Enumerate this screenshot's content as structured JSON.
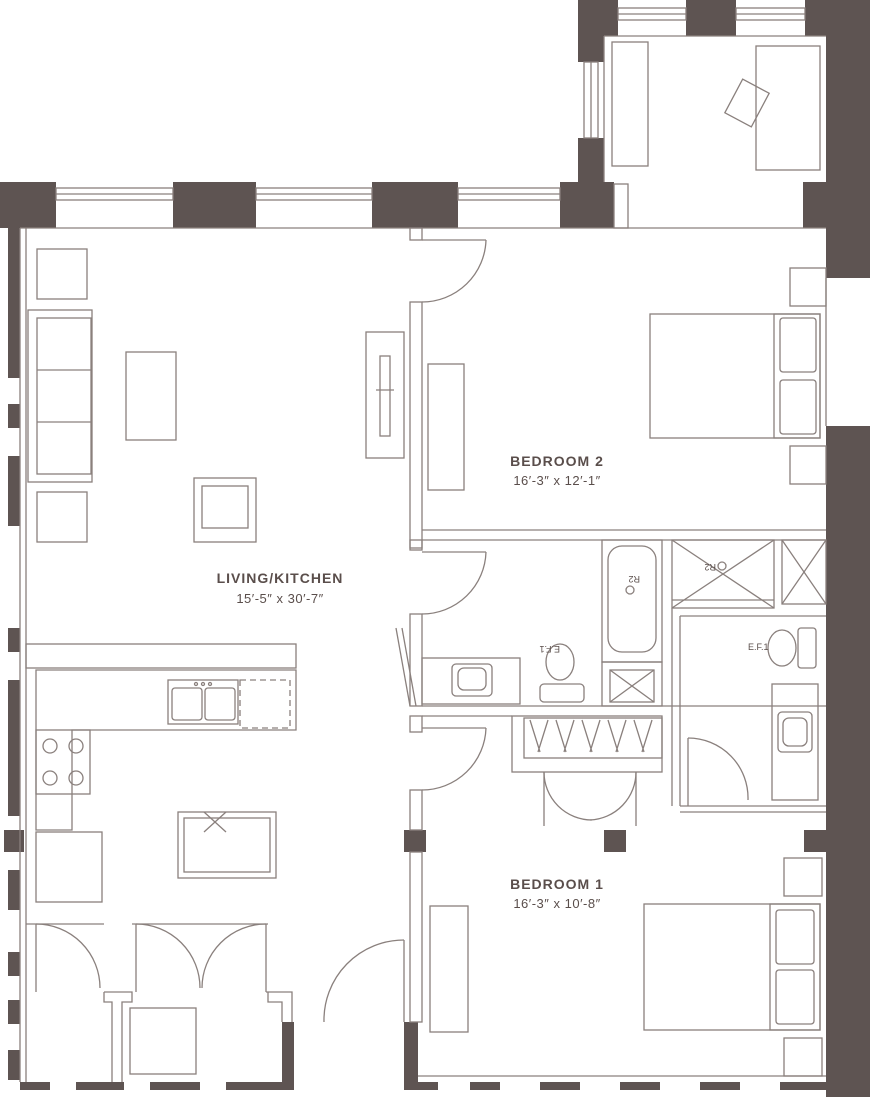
{
  "plan": {
    "colors": {
      "wall": "#5e5452",
      "line": "#8a807d",
      "background": "#ffffff"
    },
    "rooms": [
      {
        "name": "LIVING/KITCHEN",
        "dimensions": "15′-5″ x 30′-7″"
      },
      {
        "name": "BEDROOM 2",
        "dimensions": "16′-3″ x 12′-1″"
      },
      {
        "name": "BEDROOM 1",
        "dimensions": "16′-3″ x 10′-8″"
      }
    ],
    "tags": {
      "bath2_tub": "R2",
      "bath2_shower": "R2",
      "bath2_toilet": "E.F.1",
      "bath1_toilet": "E.F.1"
    }
  }
}
